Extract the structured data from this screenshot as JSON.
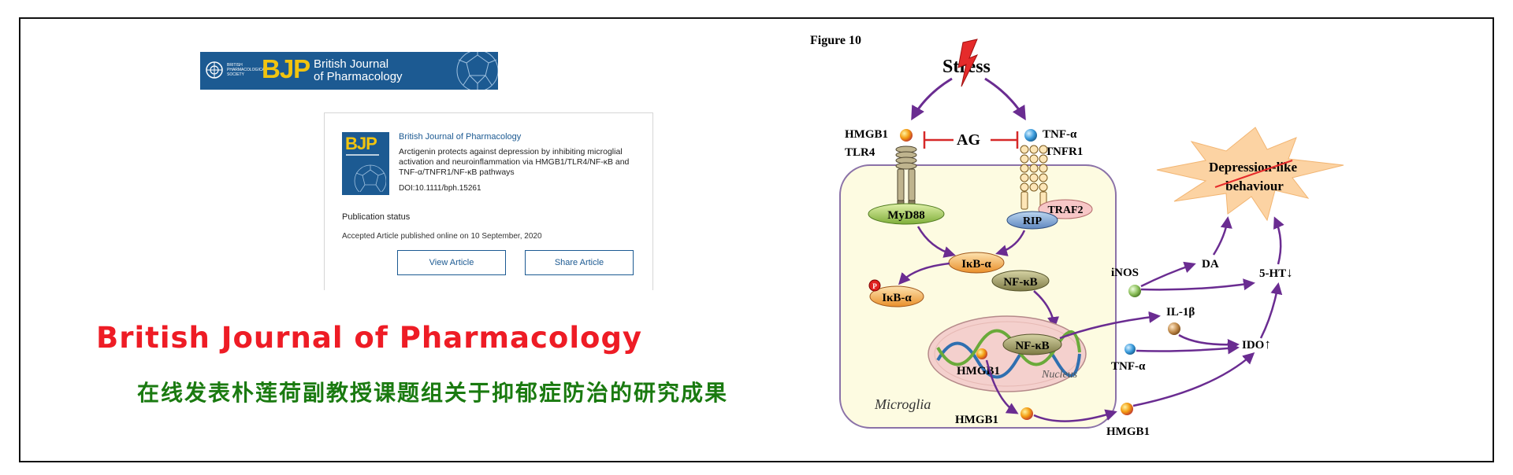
{
  "logo": {
    "society_text": "British Pharmacological Society",
    "brand": "BJP",
    "journal_line1": "British Journal",
    "journal_line2": "of Pharmacology"
  },
  "article": {
    "thumb_brand": "BJP",
    "journal": "British Journal of Pharmacology",
    "title": "Arctigenin protects against depression by inhibiting microglial activation and neuroinflammation via HMGB1/TLR4/NF-κB and TNF-α/TNFR1/NF-κB pathways",
    "doi": "DOI:10.1111/bph.15261",
    "status_heading": "Publication status",
    "status_text": "Accepted Article published online on 10 September, 2020",
    "view_button": "View Article",
    "share_button": "Share Article"
  },
  "headline_en": "British Journal of Pharmacology",
  "headline_zh": "在线发表朴莲荷副教授课题组关于抑郁症防治的研究成果",
  "figure": {
    "title": "Figure 10",
    "stress": "Stress",
    "ag": "AG",
    "hmgb1": "HMGB1",
    "tlr4": "TLR4",
    "tnfa": "TNF-α",
    "tnfr1": "TNFR1",
    "myd88": "MyD88",
    "rip": "RIP",
    "traf2": "TRAF2",
    "ikba": "IκB-α",
    "ikba_p": "IκB-α",
    "p": "P",
    "nfkb": "NF-κB",
    "nfkb_nucleus": "NF-κB",
    "nucleus": "Nucleus",
    "hmgb1_nucleus": "HMGB1",
    "microglia": "Microglia",
    "hmgb1_out": "HMGB1",
    "hmgb1_right": "HMGB1",
    "inos": "iNOS",
    "il1b": "IL-1β",
    "tnfa_right": "TNF-α",
    "da": "DA",
    "ht": "5-HT",
    "ht_arrow": "↓",
    "ido": "IDO",
    "ido_arrow": "↑",
    "depression_line1": "Depression-like",
    "depression_line2": "behaviour"
  },
  "colors": {
    "bjp_blue": "#1c5a92",
    "bjp_yellow": "#f1c40f",
    "headline_red": "#ee1c25",
    "headline_green": "#1a7a10",
    "arrow_purple": "#6a2c91",
    "cell_fill": "#fdfbe1",
    "star_fill": "#fcd3a3"
  }
}
